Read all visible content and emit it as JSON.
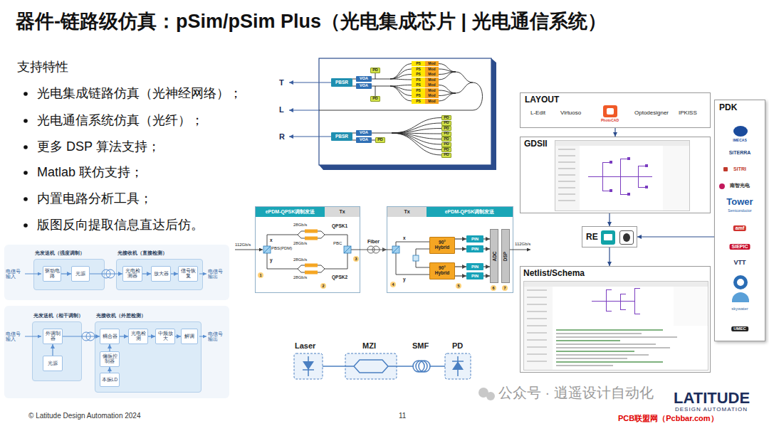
{
  "diagram": {
    "title": "器件-链路级仿真：pSim/pSim Plus（光电集成芯片 | 光电通信系统）",
    "nodes": [
      {
        "text": [
          "PBSR"
        ]
      },
      {
        "text": [
          "VOA"
        ]
      },
      {
        "text": [
          "VOA"
        ]
      },
      {
        "text": [
          "PD"
        ]
      },
      {
        "text": [
          "PD"
        ]
      },
      {
        "text": [
          "PS",
          "Mod"
        ]
      },
      {
        "text": [
          "PS",
          "Mod"
        ]
      },
      {
        "text": [
          "PS",
          "Mod"
        ]
      },
      {
        "text": [
          "PS",
          "Mod"
        ]
      },
      {
        "text": [
          "PS",
          "Mod"
        ]
      },
      {
        "text": [
          "PS",
          "Mod"
        ]
      },
      {
        "text": [
          "PS",
          "Mod"
        ]
      },
      {
        "text": [
          "PS",
          "Mod"
        ]
      },
      {
        "text": [
          "PBSR"
        ]
      },
      {
        "text": [
          "VOA"
        ]
      },
      {
        "text": [
          "VOA"
        ]
      },
      {
        "text": [
          "PD"
        ]
      },
      {
        "text": [
          "PD"
        ]
      },
      {
        "text": [
          "PD"
        ]
      },
      {
        "text": [
          "PD"
        ]
      },
      {
        "text": [
          "PD"
        ]
      },
      {
        "text": [
          "PD"
        ]
      },
      {
        "text": [
          "PD"
        ]
      },
      {
        "text": [
          "PD"
        ]
      },
      {
        "text": [
          "PD"
        ]
      },
      {
        "text": [
          "ePDM-QPSK调制发送",
          "Tx"
        ]
      },
      {
        "text": [
          "Tx",
          "ePDM-QPSK调制发送"
        ]
      },
      {
        "text": [
          "90° Hybrid"
        ],
        "in": 26
      },
      {
        "text": [
          "90° Hybrid"
        ],
        "in": 26
      },
      {
        "text": [
          "PIN"
        ],
        "in": 26
      },
      {
        "text": [
          "PIN"
        ],
        "in": 26
      },
      {
        "text": [
          "PIN"
        ],
        "in": 26
      },
      {
        "text": [
          "PIN"
        ],
        "in": 26
      },
      {
        "text": [
          "ADC"
        ],
        "in": 26
      },
      {
        "text": [
          "DSP"
        ],
        "in": 26
      },
      {
        "text": [
          "光发送机（强度调制）"
        ]
      },
      {
        "text": [
          "驱动电路"
        ],
        "in": 35
      },
      {
        "text": [
          "光源"
        ],
        "in": 35
      },
      {
        "text": [
          "光接收机（直接检测）"
        ]
      },
      {
        "text": [
          "光电检测器"
        ],
        "in": 38
      },
      {
        "text": [
          "放大器"
        ],
        "in": 38
      },
      {
        "text": [
          "信号恢复"
        ],
        "in": 38
      },
      {
        "text": [
          "光发送机（相干调制）"
        ]
      },
      {
        "text": [
          "外调制器"
        ],
        "in": 42
      },
      {
        "text": [
          "光源"
        ],
        "in": 42
      },
      {
        "text": [
          "光接收机（外差检测）"
        ]
      },
      {
        "text": [
          "耦合器"
        ],
        "in": 45
      },
      {
        "text": [
          "光电检测"
        ],
        "in": 45
      },
      {
        "text": [
          "中频放大"
        ],
        "in": 45
      },
      {
        "text": [
          "解调"
        ],
        "in": 45
      },
      {
        "text": [
          "偏振控制器"
        ],
        "in": 45
      },
      {
        "text": [
          "本振LD"
        ],
        "in": 45
      },
      {
        "text": [
          "LAYOUT",
          "L-Edit",
          "Virtuoso",
          "PhotoCAD",
          "Optodesigner",
          "IPKISS"
        ]
      },
      {
        "text": [
          "GDSII"
        ]
      },
      {
        "text": [
          "RE"
        ]
      },
      {
        "text": [
          "Netlist/Schema"
        ]
      },
      {
        "text": [
          "PDK",
          "IMECAS",
          "SiTERRA",
          "SITRI",
          "南智光电",
          "Tower",
          "Semiconductor",
          "amf",
          "SIEPIC",
          "VTT",
          "skywater",
          "UMEC"
        ]
      }
    ],
    "edges": [
      {
        "from": 0,
        "to": 1,
        "arrow": "none"
      },
      {
        "from": 0,
        "to": 2,
        "arrow": "none"
      },
      {
        "from": 13,
        "to": 14,
        "arrow": "none"
      },
      {
        "from": 13,
        "to": 15,
        "arrow": "none"
      },
      {
        "from": 25,
        "to": 26,
        "arrow": "to",
        "label": "Fiber"
      },
      {
        "from": 27,
        "to": 29,
        "arrow": "to"
      },
      {
        "from": 27,
        "to": 30,
        "arrow": "to"
      },
      {
        "from": 28,
        "to": 31,
        "arrow": "to"
      },
      {
        "from": 28,
        "to": 32,
        "arrow": "to"
      },
      {
        "from": 29,
        "to": 33,
        "arrow": "to"
      },
      {
        "from": 30,
        "to": 33,
        "arrow": "to"
      },
      {
        "from": 31,
        "to": 33,
        "arrow": "to"
      },
      {
        "from": 32,
        "to": 33,
        "arrow": "to"
      },
      {
        "from": 36,
        "to": 37,
        "arrow": "to"
      },
      {
        "from": 37,
        "to": 39,
        "arrow": "to"
      },
      {
        "from": 39,
        "to": 40,
        "arrow": "to"
      },
      {
        "from": 40,
        "to": 41,
        "arrow": "to"
      },
      {
        "from": 44,
        "to": 43,
        "arrow": "to"
      },
      {
        "from": 43,
        "to": 46,
        "arrow": "to"
      },
      {
        "from": 46,
        "to": 47,
        "arrow": "to"
      },
      {
        "from": 47,
        "to": 48,
        "arrow": "to"
      },
      {
        "from": 48,
        "to": 49,
        "arrow": "to"
      },
      {
        "from": 51,
        "to": 50,
        "arrow": "to"
      },
      {
        "from": 50,
        "to": 46,
        "arrow": "to"
      },
      {
        "from": 52,
        "to": 53,
        "arrow": "to"
      },
      {
        "from": 53,
        "to": 54,
        "arrow": "to"
      },
      {
        "from": 54,
        "to": 55,
        "arrow": "to"
      },
      {
        "from": 56,
        "to": 54,
        "arrow": "to"
      }
    ],
    "labels": [
      "支持特性",
      "光电集成链路仿真（光神经网络）；",
      "光电通信系统仿真（光纤）；",
      "更多 DSP 算法支持；",
      "Matlab 联仿支持；",
      "内置电路分析工具；",
      "版图反向提取信息直达后仿。",
      "T",
      "L",
      "R",
      "112Gb/s",
      "x",
      "y",
      "28Gb/s",
      "28Gb/s",
      "28Gb/s",
      "28Gb/s",
      "QPSK1",
      "QPSK2",
      "PBS(PDM)",
      "PBC",
      "1",
      "2",
      "3",
      "x",
      "y",
      "4",
      "5",
      "6",
      "7",
      "112Gb/s",
      "电信号输入",
      "电信号输出",
      "电信号输入",
      "电信号输出",
      "Laser",
      "MZI",
      "SMF",
      "PD",
      "© Latitude Design Automation 2024",
      "11",
      "公众号 · 逍遥设计自动化",
      "PCB联盟网（Pcbbar.com）",
      "LATITUDE",
      "DESIGN AUTOMATION"
    ]
  }
}
